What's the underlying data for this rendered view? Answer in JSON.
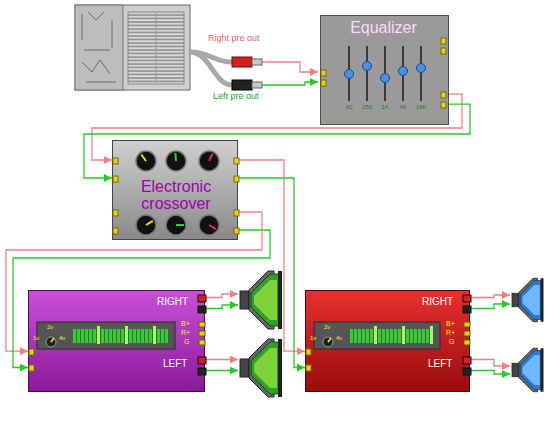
{
  "diagram": {
    "nodes": [
      {
        "text": [
          "Equalizer",
          "60",
          "250",
          "1K",
          "4K",
          "16K"
        ]
      },
      {
        "text": [
          "Electronic crossover"
        ]
      },
      {
        "text": [
          "RIGHT",
          "LEFT",
          "B+",
          "R+",
          "G",
          "2v",
          "1v",
          "4v"
        ]
      },
      {
        "text": [
          "RIGHT",
          "LEFT",
          "B+",
          "R+",
          "G",
          "2v",
          "1v",
          "4v"
        ]
      }
    ],
    "edges": [
      {
        "from": 0,
        "to": 1,
        "arrow": "to"
      },
      {
        "from": 0,
        "to": 1,
        "arrow": "to"
      },
      {
        "from": 1,
        "to": 2,
        "arrow": "to"
      },
      {
        "from": 1,
        "to": 2,
        "arrow": "to"
      },
      {
        "from": 1,
        "to": 3,
        "arrow": "to"
      },
      {
        "from": 1,
        "to": 3,
        "arrow": "to"
      }
    ],
    "labels": [
      "Right pre out",
      "Left pre out"
    ]
  }
}
